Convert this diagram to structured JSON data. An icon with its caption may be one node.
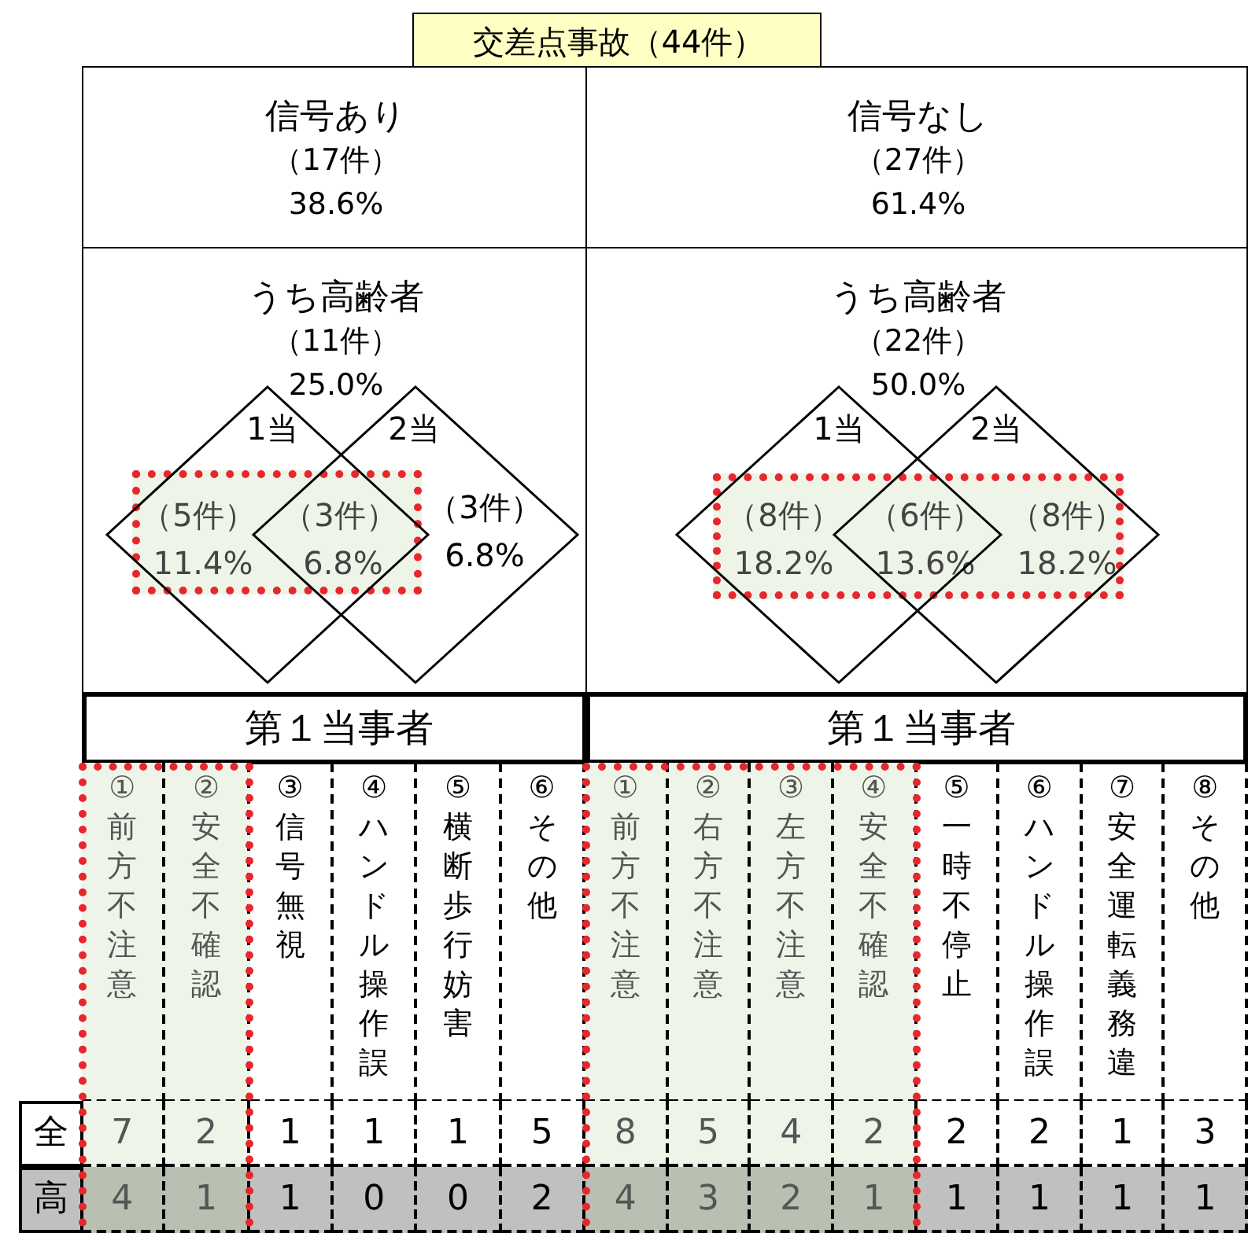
{
  "diagram": {
    "nodes": [
      {
        "text": [
          "交差点事故（44件）"
        ]
      },
      {
        "text": [
          "信号あり",
          "（17件）",
          "38.6%"
        ]
      },
      {
        "text": [
          "信号なし",
          "（27件）",
          "61.4%"
        ]
      },
      {
        "text": [
          "うち高齢者",
          "（11件）",
          "25.0%"
        ]
      },
      {
        "text": [
          "1当"
        ],
        "in": 3
      },
      {
        "text": [
          "2当",
          "（3件）",
          "6.8%"
        ],
        "in": 3
      },
      {
        "text": [
          "（5件）",
          "11.4%",
          "（3件）",
          "6.8%"
        ],
        "in": 4
      },
      {
        "text": [
          "うち高齢者",
          "（22件）",
          "50.0%"
        ]
      },
      {
        "text": [
          "1当"
        ],
        "in": 7
      },
      {
        "text": [
          "2当"
        ],
        "in": 7
      },
      {
        "text": [
          "（8件）",
          "18.2%",
          "（6件）",
          "13.6%",
          "（8件）",
          "18.2%"
        ],
        "in": 7
      }
    ],
    "labels": [
      "第１当事者",
      "第１当事者",
      "①前方不注意",
      "②安全不確認",
      "③信号無視",
      "④ハンドル操作誤",
      "⑤横断歩行妨害",
      "⑥その他",
      "①前方不注意",
      "②右方不注意",
      "③左方不注意",
      "④安全不確認",
      "⑤一時不停止",
      "⑥ハンドル操作誤",
      "⑦安全運転義務違",
      "⑧その他",
      "全",
      "7",
      "2",
      "1",
      "1",
      "1",
      "5",
      "8",
      "5",
      "4",
      "2",
      "2",
      "2",
      "1",
      "3",
      "高",
      "4",
      "1",
      "1",
      "0",
      "0",
      "2",
      "4",
      "3",
      "2",
      "1",
      "1",
      "1",
      "1",
      "1"
    ]
  }
}
